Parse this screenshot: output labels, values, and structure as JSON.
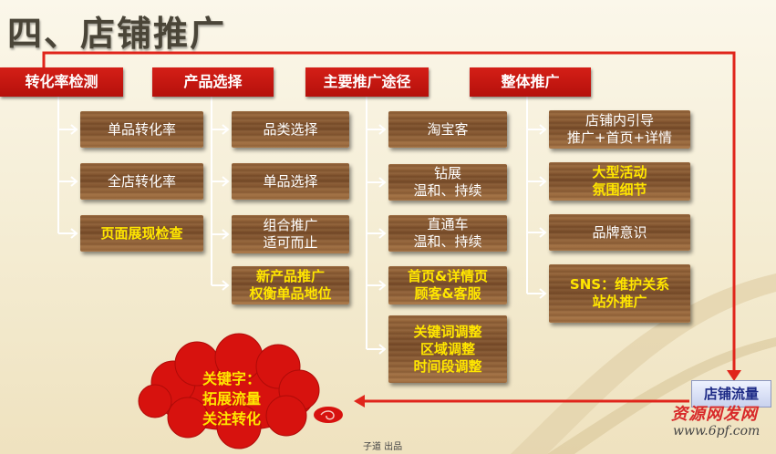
{
  "title": "四、店铺推广",
  "columns": [
    {
      "header": "转化率检测",
      "items": [
        {
          "lines": [
            "单品转化率"
          ],
          "highlight": false
        },
        {
          "lines": [
            "全店转化率"
          ],
          "highlight": false
        },
        {
          "lines": [
            "页面展现检查"
          ],
          "highlight": true
        }
      ]
    },
    {
      "header": "产品选择",
      "items": [
        {
          "lines": [
            "品类选择"
          ],
          "highlight": false
        },
        {
          "lines": [
            "单品选择"
          ],
          "highlight": false
        },
        {
          "lines": [
            "组合推广",
            "适可而止"
          ],
          "highlight": false
        },
        {
          "lines": [
            "新产品推广",
            "权衡单品地位"
          ],
          "highlight": true
        }
      ]
    },
    {
      "header": "主要推广途径",
      "items": [
        {
          "lines": [
            "淘宝客"
          ],
          "highlight": false
        },
        {
          "lines": [
            "钻展",
            "温和、持续"
          ],
          "highlight": false
        },
        {
          "lines": [
            "直通车",
            "温和、持续"
          ],
          "highlight": false
        },
        {
          "lines": [
            "首页&详情页",
            "顾客&客服"
          ],
          "highlight": true
        },
        {
          "lines": [
            "关键词调整",
            "区域调整",
            "时间段调整"
          ],
          "highlight": true
        }
      ]
    },
    {
      "header": "整体推广",
      "items": [
        {
          "lines": [
            "店铺内引导",
            "推广+首页+详情"
          ],
          "highlight": false
        },
        {
          "lines": [
            "大型活动",
            "氛围细节"
          ],
          "highlight": true
        },
        {
          "lines": [
            "品牌意识"
          ],
          "highlight": false
        },
        {
          "lines": [
            "SNS：维护关系",
            "站外推广"
          ],
          "highlight": true
        }
      ]
    }
  ],
  "traffic_label": "店铺流量",
  "cloud": {
    "lines": [
      "关键字：",
      "拓展流量",
      "关注转化"
    ]
  },
  "footer": "子道 出品",
  "watermark": {
    "line1": "资源网发网",
    "line2": "www.6pf.com"
  },
  "colors": {
    "accent": "#d41f17",
    "highlight_text": "#ffe600"
  }
}
